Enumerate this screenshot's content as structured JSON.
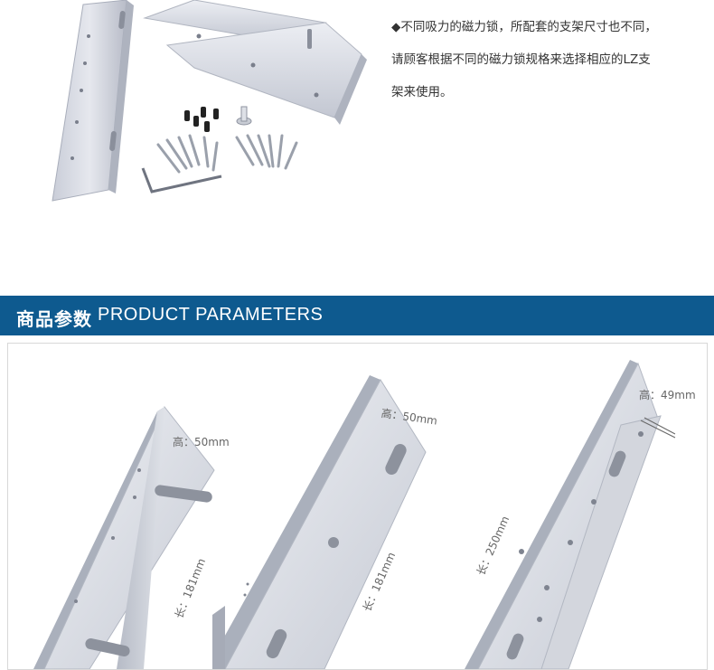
{
  "description": {
    "line1": "◆不同吸力的磁力锁，所配套的支架尺寸也不同，",
    "line2": "请顾客根据不同的磁力锁规格来选择相应的LZ支",
    "line3": "架来使用。"
  },
  "banner": {
    "title_cn": "商品参数",
    "title_en": "PRODUCT  PARAMETERS"
  },
  "products": [
    {
      "height_label": "高：50mm",
      "length_label": "长：181mm"
    },
    {
      "height_label": "高：50mm",
      "length_label": "长：181mm"
    },
    {
      "height_label": "高：49mm",
      "length_label": "长：250mm"
    }
  ],
  "colors": {
    "banner_bg": "#0e5a8f",
    "aluminum": "#d6d9e0"
  }
}
